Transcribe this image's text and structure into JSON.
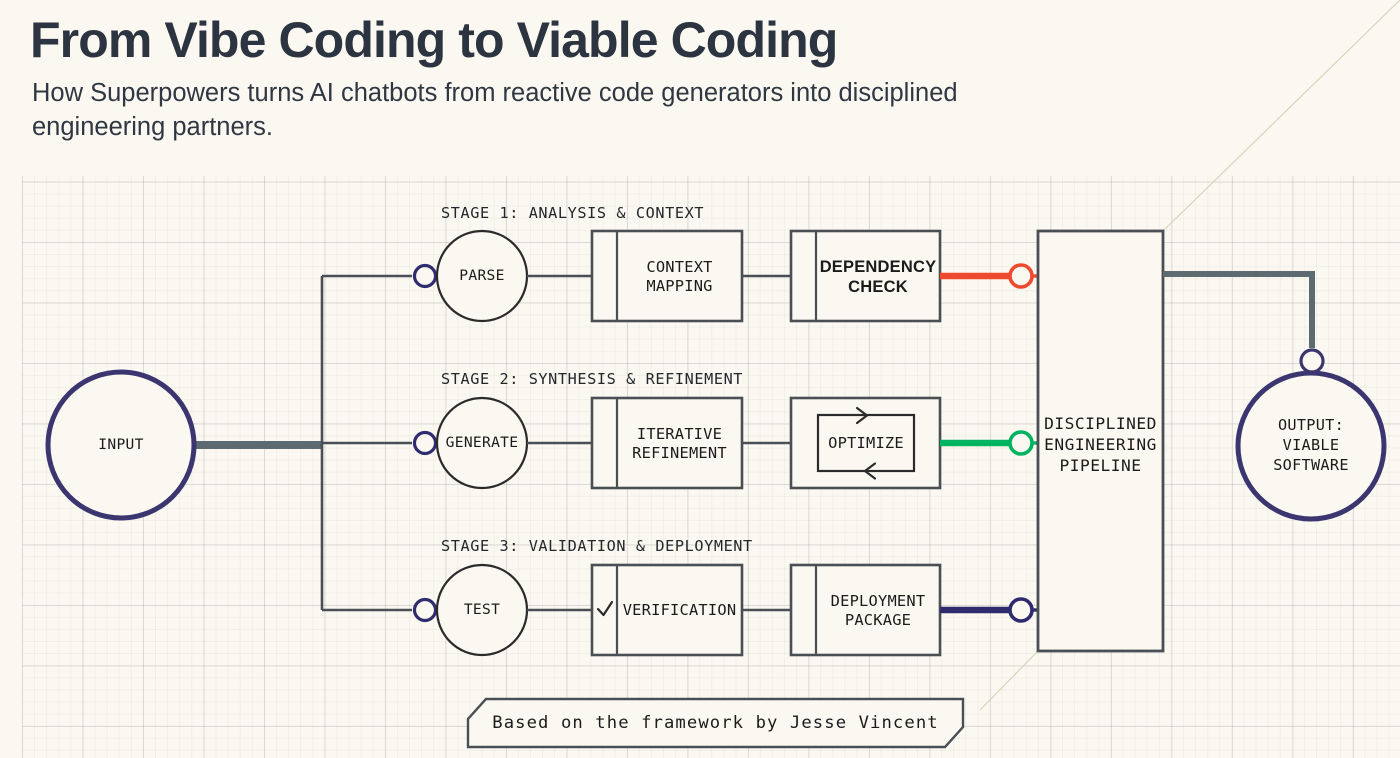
{
  "header": {
    "title": "From Vibe Coding to Viable Coding",
    "subtitle": "How Superpowers turns AI chatbots from reactive code generators into disciplined engineering partners."
  },
  "colors": {
    "background": "#faf8f0",
    "ink": "#1b1b1b",
    "stroke": "#4a4f55",
    "title": "#2b3440",
    "navy": "#2e2b6e",
    "red": "#ef4a2e",
    "green": "#00b361",
    "trunk": "#5e6a72"
  },
  "diagram": {
    "input_node": {
      "label": "INPUT",
      "shape": "circle",
      "accent": "#2e2b6e"
    },
    "stages": [
      {
        "stage_label": "STAGE 1: ANALYSIS & CONTEXT",
        "node": {
          "label": "PARSE",
          "shape": "circle"
        },
        "step_one": {
          "label": "CONTEXT\nMAPPING",
          "marker": "",
          "font": "mono"
        },
        "step_two": {
          "label": "DEPENDENCY\nCHECK",
          "font": "sans",
          "decoration": "none"
        },
        "connector_color": "#ef4a2e",
        "connector_name": "stage-1-connector"
      },
      {
        "stage_label": "STAGE 2: SYNTHESIS & REFINEMENT",
        "node": {
          "label": "GENERATE",
          "shape": "circle"
        },
        "step_one": {
          "label": "ITERATIVE\nREFINEMENT",
          "marker": "",
          "font": "mono"
        },
        "step_two": {
          "label": "OPTIMIZE",
          "font": "mono",
          "decoration": "loop-arrows"
        },
        "connector_color": "#00b361",
        "connector_name": "stage-2-connector"
      },
      {
        "stage_label": "STAGE 3: VALIDATION & DEPLOYMENT",
        "node": {
          "label": "TEST",
          "shape": "circle"
        },
        "step_one": {
          "label": "VERIFICATION",
          "marker": "check-icon",
          "font": "mono"
        },
        "step_two": {
          "label": "DEPLOYMENT\nPACKAGE",
          "font": "mono",
          "decoration": "none"
        },
        "connector_color": "#2e2b6e",
        "connector_name": "stage-3-connector"
      }
    ],
    "pipeline_box": {
      "label": "DISCIPLINED\nENGINEERING\nPIPELINE"
    },
    "output_node": {
      "label": "OUTPUT:\nVIABLE\nSOFTWARE",
      "shape": "circle",
      "accent": "#2e2b6e"
    },
    "footer_banner": {
      "label": "Based on the framework by Jesse Vincent"
    }
  }
}
